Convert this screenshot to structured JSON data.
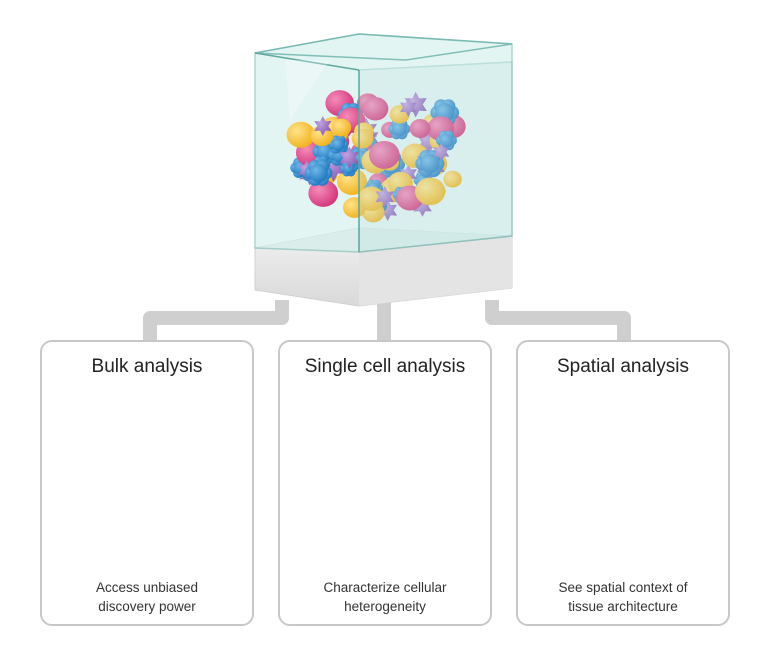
{
  "panels": [
    {
      "title": "Bulk analysis",
      "caption_lines": [
        "Access unbiased",
        "discovery power"
      ]
    },
    {
      "title": "Single cell analysis",
      "caption_lines": [
        "Characterize cellular",
        "heterogeneity"
      ]
    },
    {
      "title": "Spatial analysis",
      "caption_lines": [
        "See spatial context of",
        "tissue architecture"
      ]
    }
  ],
  "colors": {
    "yellow": "#f7c233",
    "pink": "#e0478a",
    "blue": "#2f8fd0",
    "purple": "#9a6cc2",
    "panel_border": "#c8c8c8",
    "glass": "#bfe3e0"
  }
}
